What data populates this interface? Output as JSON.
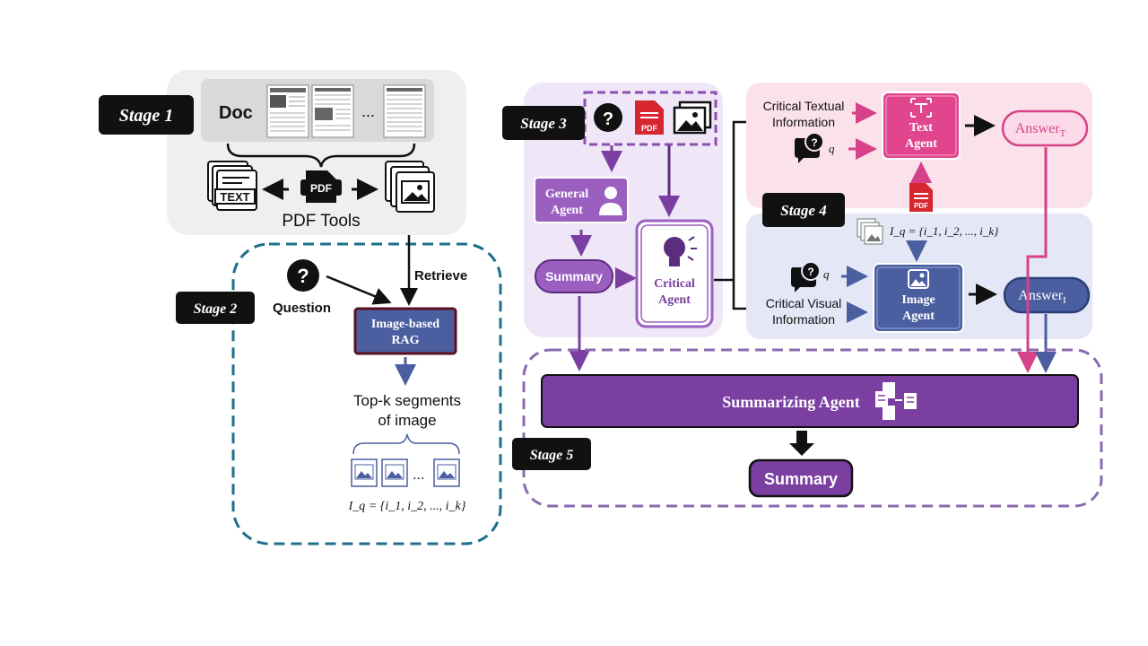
{
  "stages": {
    "s1": "Stage 1",
    "s2": "Stage 2",
    "s3": "Stage 3",
    "s4": "Stage 4",
    "s5": "Stage 5"
  },
  "stage1": {
    "doc_label": "Doc",
    "ellipsis": "...",
    "pdf_badge": "PDF",
    "text_file_label": "TEXT",
    "tools_label": "PDF Tools"
  },
  "stage2": {
    "retrieve_label": "Retrieve",
    "question_label": "Question",
    "rag_line1": "Image-based",
    "rag_line2": "RAG",
    "topk_line1": "Top-k segments",
    "topk_line2": "of image",
    "ellipsis": "...",
    "iq_formula": "I_q = {i_1, i_2, ..., i_k}"
  },
  "stage3": {
    "pdf_badge": "PDF",
    "general_agent_line1": "General",
    "general_agent_line2": "Agent",
    "summary_label": "Summary",
    "critical_agent_line1": "Critical",
    "critical_agent_line2": "Agent"
  },
  "stage4": {
    "critical_textual_line1": "Critical Textual",
    "critical_textual_line2": "Information",
    "q_symbol": "q",
    "text_agent_line1": "Text",
    "text_agent_line2": "Agent",
    "answer_t": "Answer",
    "answer_t_sub": "T",
    "pdf_badge": "PDF",
    "iq_formula": "I_q = {i_1, i_2, ..., i_k}",
    "critical_visual_line1": "Critical Visual",
    "critical_visual_line2": "Information",
    "image_agent_line1": "Image",
    "image_agent_line2": "Agent",
    "answer_i": "Answer",
    "answer_i_sub": "I"
  },
  "stage5": {
    "summarizing_agent": "Summarizing Agent",
    "summary_label": "Summary"
  },
  "colors": {
    "purple": "#7a3fa0",
    "dark_purple": "#5b2d7e",
    "pink": "#d6428a",
    "blue": "#4b5fa0",
    "teal": "#1e6f8c",
    "black": "#111111"
  }
}
